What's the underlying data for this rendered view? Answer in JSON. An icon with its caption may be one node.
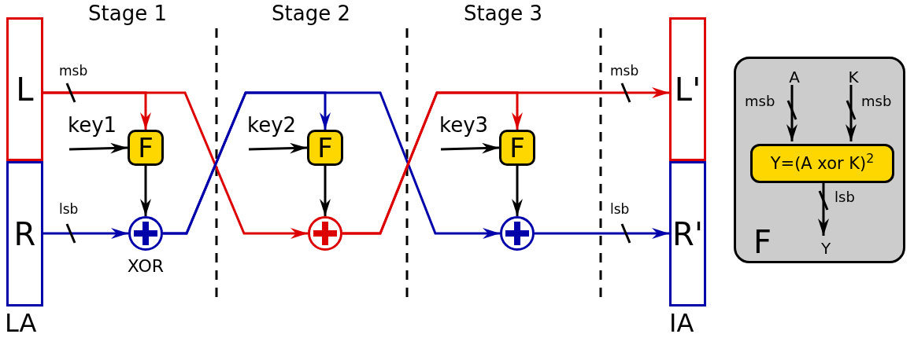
{
  "diagram": {
    "nodes": [
      {
        "text": [
          "L"
        ]
      },
      {
        "text": [
          "R"
        ]
      },
      {
        "text": [
          "F"
        ]
      },
      {
        "text": [],
        "shape": "circle",
        "beside": [
          "XOR"
        ]
      },
      {
        "text": [
          "F"
        ]
      },
      {
        "text": [],
        "shape": "circle"
      },
      {
        "text": [
          "F"
        ]
      },
      {
        "text": [],
        "shape": "circle"
      },
      {
        "text": [
          "L'"
        ]
      },
      {
        "text": [
          "R'"
        ]
      },
      {
        "text": [
          "F"
        ]
      },
      {
        "text": [
          "Y=(A xor K)$^{2}$"
        ],
        "in": 10
      },
      {
        "text": [
          "A"
        ],
        "in": 10
      },
      {
        "text": [
          "K"
        ],
        "in": 10
      },
      {
        "text": [
          "Y"
        ],
        "in": 10
      }
    ],
    "edges": [
      {
        "from": 0,
        "to": 2,
        "arrow": "to",
        "color": "#dd0000"
      },
      {
        "from": 0,
        "to": 5,
        "arrow": "to",
        "color": "#dd0000"
      },
      {
        "from": null,
        "to": 2,
        "arrow": "to",
        "label": "key1"
      },
      {
        "from": 2,
        "to": 3,
        "arrow": "to"
      },
      {
        "from": 1,
        "to": 3,
        "arrow": "to",
        "color": "#0000aa"
      },
      {
        "from": 3,
        "to": 4,
        "arrow": "to",
        "color": "#0000aa"
      },
      {
        "from": 3,
        "to": 7,
        "arrow": "to",
        "color": "#0000aa"
      },
      {
        "from": null,
        "to": 4,
        "arrow": "to",
        "label": "key2"
      },
      {
        "from": 4,
        "to": 5,
        "arrow": "to"
      },
      {
        "from": 5,
        "to": 6,
        "arrow": "to",
        "color": "#dd0000"
      },
      {
        "from": 5,
        "to": 8,
        "arrow": "to",
        "color": "#dd0000"
      },
      {
        "from": null,
        "to": 6,
        "arrow": "to",
        "label": "key3"
      },
      {
        "from": 6,
        "to": 7,
        "arrow": "to"
      },
      {
        "from": 7,
        "to": 9,
        "arrow": "to",
        "color": "#0000aa"
      },
      {
        "from": 12,
        "to": 11,
        "arrow": "to"
      },
      {
        "from": 13,
        "to": 11,
        "arrow": "to"
      },
      {
        "from": 11,
        "to": 14,
        "arrow": "to"
      }
    ],
    "labels": [
      "Stage 1",
      "Stage 2",
      "Stage 3",
      "msb",
      "lsb",
      "msb",
      "lsb",
      "LA",
      "IA",
      "msb",
      "msb",
      "lsb"
    ]
  }
}
